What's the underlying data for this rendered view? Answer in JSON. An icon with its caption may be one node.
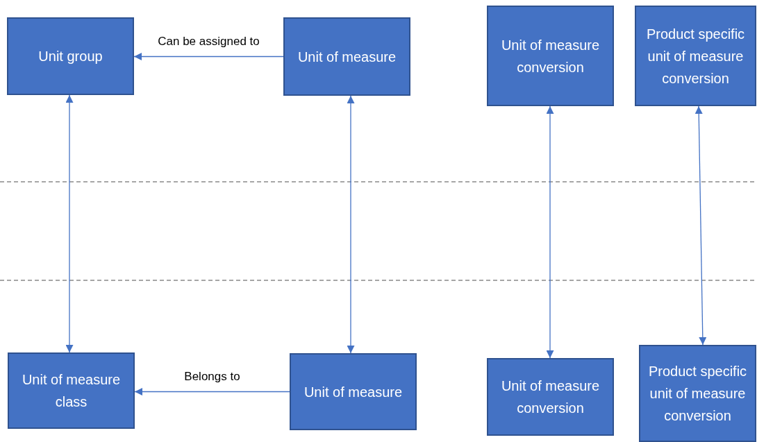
{
  "diagram": {
    "nodes": [
      {
        "text": [
          "Unit group"
        ]
      },
      {
        "text": [
          "Unit of measure"
        ]
      },
      {
        "text": [
          "Unit of measure conversion"
        ]
      },
      {
        "text": [
          "Product specific unit of measure conversion"
        ]
      },
      {
        "text": [
          "Unit of measure class"
        ]
      },
      {
        "text": [
          "Unit of measure"
        ]
      },
      {
        "text": [
          "Unit of measure conversion"
        ]
      },
      {
        "text": [
          "Product specific unit of measure conversion"
        ]
      }
    ],
    "edges": [
      {
        "from": 1,
        "to": 0,
        "arrow": "to",
        "label": "Can be assigned to"
      },
      {
        "from": 0,
        "to": 4,
        "arrow": "both"
      },
      {
        "from": 1,
        "to": 5,
        "arrow": "both"
      },
      {
        "from": 2,
        "to": 6,
        "arrow": "both"
      },
      {
        "from": 3,
        "to": 7,
        "arrow": "both"
      },
      {
        "from": 5,
        "to": 4,
        "arrow": "to",
        "label": "Belongs to"
      }
    ]
  }
}
